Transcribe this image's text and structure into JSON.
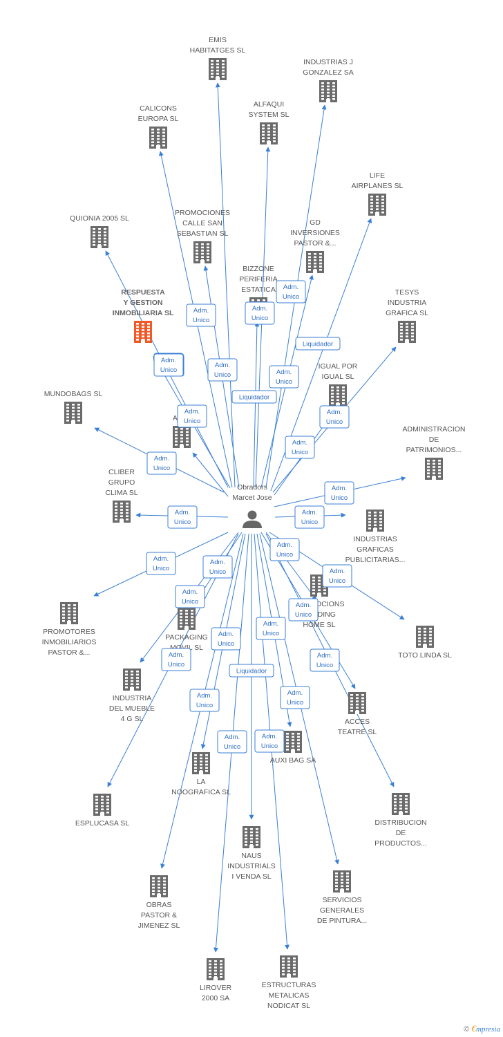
{
  "colors": {
    "edge": "#3a7fd6",
    "building": "#6b6b6b",
    "building_highlight": "#f05a28",
    "person": "#666666"
  },
  "center": {
    "label_lines": [
      "Obradors",
      "Marcet Jose"
    ],
    "icon": "person-icon"
  },
  "nodes": [
    {
      "id": "emis",
      "label_lines": [
        "EMIS",
        "HABITATGES SL"
      ]
    },
    {
      "id": "industrias_j",
      "label_lines": [
        "INDUSTRIAS J",
        "GONZALEZ SA"
      ]
    },
    {
      "id": "calicons",
      "label_lines": [
        "CALICONS",
        "EUROPA SL"
      ]
    },
    {
      "id": "alfaqui",
      "label_lines": [
        "ALFAQUI",
        "SYSTEM SL"
      ]
    },
    {
      "id": "life",
      "label_lines": [
        "LIFE",
        "AIRPLANES SL"
      ]
    },
    {
      "id": "quionia",
      "label_lines": [
        "QUIONIA 2005 SL"
      ]
    },
    {
      "id": "promociones_calle",
      "label_lines": [
        "PROMOCIONES",
        "CALLE SAN",
        "SEBASTIAN SL"
      ]
    },
    {
      "id": "gd",
      "label_lines": [
        "GD",
        "INVERSIONES",
        "PASTOR &..."
      ]
    },
    {
      "id": "bizzone",
      "label_lines": [
        "BIZZONE",
        "PERIFERIA",
        "ESTATICA"
      ]
    },
    {
      "id": "respuesta",
      "label_lines": [
        "RESPUESTA",
        "Y GESTION",
        "INMOBILIARIA SL"
      ],
      "highlight": true
    },
    {
      "id": "tesys",
      "label_lines": [
        "TESYS",
        "INDUSTRIA",
        "GRAFICA SL"
      ]
    },
    {
      "id": "igual",
      "label_lines": [
        "IGUAL POR",
        "IGUAL SL"
      ]
    },
    {
      "id": "mundobags",
      "label_lines": [
        "MUNDOBAGS SL"
      ]
    },
    {
      "id": "adim",
      "label_lines": [
        "ADIM"
      ]
    },
    {
      "id": "administracion",
      "label_lines": [
        "ADMINISTRACION",
        "DE",
        "PATRIMONIOS..."
      ]
    },
    {
      "id": "cliber",
      "label_lines": [
        "CLIBER",
        "GRUPO",
        "CLIMA SL"
      ]
    },
    {
      "id": "industrias_graficas",
      "label_lines": [
        "INDUSTRIAS",
        "GRAFICAS",
        "PUBLICITARIAS..."
      ]
    },
    {
      "id": "promocions_holding",
      "label_lines": [
        "PROMOCIONS",
        "HOLDING",
        "HOME SL"
      ]
    },
    {
      "id": "promotores",
      "label_lines": [
        "PROMOTORES",
        "INMOBILIARIOS",
        "PASTOR &..."
      ]
    },
    {
      "id": "packaging",
      "label_lines": [
        "PACKAGING",
        "MOVIL SL"
      ]
    },
    {
      "id": "toto",
      "label_lines": [
        "TOTO LINDA SL"
      ]
    },
    {
      "id": "industria_mueble",
      "label_lines": [
        "INDUSTRIA",
        "DEL MUEBLE",
        "4 G SL"
      ]
    },
    {
      "id": "acces",
      "label_lines": [
        "ACCES",
        "TEATRE SL"
      ]
    },
    {
      "id": "auxi",
      "label_lines": [
        "AUXI BAG SA"
      ]
    },
    {
      "id": "la_noografica",
      "label_lines": [
        "LA",
        "NOOGRAFICA SL"
      ]
    },
    {
      "id": "esplucasa",
      "label_lines": [
        "ESPLUCASA SL"
      ]
    },
    {
      "id": "distribucion",
      "label_lines": [
        "DISTRIBUCION",
        "DE",
        "PRODUCTOS..."
      ]
    },
    {
      "id": "naus",
      "label_lines": [
        "NAUS",
        "INDUSTRIALS",
        "I VENDA SL"
      ]
    },
    {
      "id": "servicios",
      "label_lines": [
        "SERVICIOS",
        "GENERALES",
        "DE PINTURA..."
      ]
    },
    {
      "id": "obras",
      "label_lines": [
        "OBRAS",
        "PASTOR &",
        "JIMENEZ SL"
      ]
    },
    {
      "id": "lirover",
      "label_lines": [
        "LIROVER",
        "2000 SA"
      ]
    },
    {
      "id": "estructuras",
      "label_lines": [
        "ESTRUCTURAS",
        "METALICAS",
        "NODICAT SL"
      ]
    }
  ],
  "edges": [
    {
      "to": "emis",
      "role_lines": [
        "Adm.",
        "Unico"
      ]
    },
    {
      "to": "industrias_j",
      "role_lines": [
        "Adm.",
        "Unico"
      ]
    },
    {
      "to": "calicons",
      "role_lines": [
        "Adm.",
        "Unico"
      ]
    },
    {
      "to": "alfaqui",
      "role_lines": [
        "Adm.",
        "Unico"
      ]
    },
    {
      "to": "life",
      "role_lines": [
        "Liquidador"
      ]
    },
    {
      "to": "quionia",
      "role_lines": [
        "Adm.",
        "Unico"
      ]
    },
    {
      "to": "promociones_calle",
      "role_lines": [
        "Adm.",
        "Unico"
      ]
    },
    {
      "to": "gd",
      "role_lines": [
        "Adm.",
        "Unico"
      ]
    },
    {
      "to": "bizzone",
      "role_lines": [
        "Liquidador"
      ]
    },
    {
      "to": "respuesta",
      "role_lines": [
        "Adm.",
        "Unico"
      ]
    },
    {
      "to": "tesys",
      "role_lines": [
        "Adm.",
        "Unico"
      ]
    },
    {
      "to": "igual",
      "role_lines": [
        "Adm.",
        "Unico"
      ]
    },
    {
      "to": "mundobags",
      "role_lines": [
        "Adm.",
        "Unico"
      ]
    },
    {
      "to": "adim",
      "role_lines": [
        "Adm.",
        "Unico"
      ]
    },
    {
      "to": "administracion",
      "role_lines": [
        "Adm.",
        "Unico"
      ]
    },
    {
      "to": "cliber",
      "role_lines": [
        "Adm.",
        "Unico"
      ]
    },
    {
      "to": "industrias_graficas",
      "role_lines": [
        "Adm.",
        "Unico"
      ]
    },
    {
      "to": "promocions_holding",
      "role_lines": [
        "Adm.",
        "Unico"
      ]
    },
    {
      "to": "promotores",
      "role_lines": [
        "Adm.",
        "Unico"
      ]
    },
    {
      "to": "packaging",
      "role_lines": [
        "Adm.",
        "Unico"
      ]
    },
    {
      "to": "toto",
      "role_lines": [
        "Adm.",
        "Unico"
      ]
    },
    {
      "to": "industria_mueble",
      "role_lines": [
        "Adm.",
        "Unico"
      ]
    },
    {
      "to": "acces",
      "role_lines": [
        "Adm.",
        "Unico"
      ]
    },
    {
      "to": "auxi",
      "role_lines": [
        "Adm.",
        "Unico"
      ]
    },
    {
      "to": "la_noografica",
      "role_lines": [
        "Adm.",
        "Unico"
      ]
    },
    {
      "to": "esplucasa",
      "role_lines": [
        "Adm.",
        "Unico"
      ]
    },
    {
      "to": "distribucion",
      "role_lines": [
        "Adm.",
        "Unico"
      ]
    },
    {
      "to": "naus",
      "role_lines": [
        "Liquidador"
      ]
    },
    {
      "to": "servicios",
      "role_lines": [
        "Adm.",
        "Unico"
      ]
    },
    {
      "to": "obras",
      "role_lines": [
        "Adm.",
        "Unico"
      ]
    },
    {
      "to": "lirover",
      "role_lines": [
        "Adm.",
        "Unico"
      ]
    },
    {
      "to": "estructuras",
      "role_lines": [
        "Adm.",
        "Unico"
      ]
    }
  ],
  "brand": {
    "copyright": "©",
    "logo_first": "€",
    "logo_rest": "mpresia"
  }
}
